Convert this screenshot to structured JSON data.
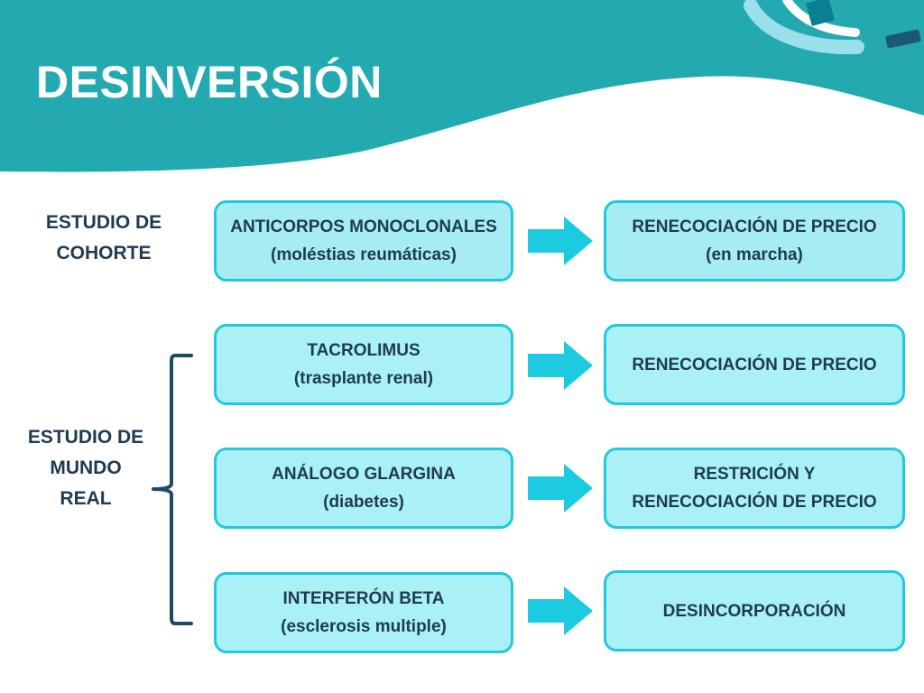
{
  "title": "DESINVERSIÓN",
  "groups": {
    "cohort": "ESTUDIO DE COHORTE",
    "real_world": "ESTUDIO DE MUNDO REAL"
  },
  "rows": [
    {
      "drug": "ANTICORPOS MONOCLONALES",
      "indication": "(moléstias reumáticas)",
      "action": "RENECOCIACIÓN DE PRECIO",
      "action_note": "(en marcha)"
    },
    {
      "drug": "TACROLIMUS",
      "indication": "(trasplante renal)",
      "action": "RENECOCIACIÓN DE PRECIO",
      "action_note": ""
    },
    {
      "drug": "ANÁLOGO GLARGINA",
      "indication": "(diabetes)",
      "action": "RESTRICIÓN Y RENECOCIACIÓN DE PRECIO",
      "action_note": ""
    },
    {
      "drug": "INTERFERÓN BETA",
      "indication": "(esclerosis multiple)",
      "action": "DESINCORPORACIÓN",
      "action_note": ""
    }
  ],
  "colors": {
    "banner": "#23a9b0",
    "box_border": "#22c9dc",
    "text": "#1f3a52",
    "arrow": "#1ccbe0",
    "bracket": "#1f4a66"
  }
}
